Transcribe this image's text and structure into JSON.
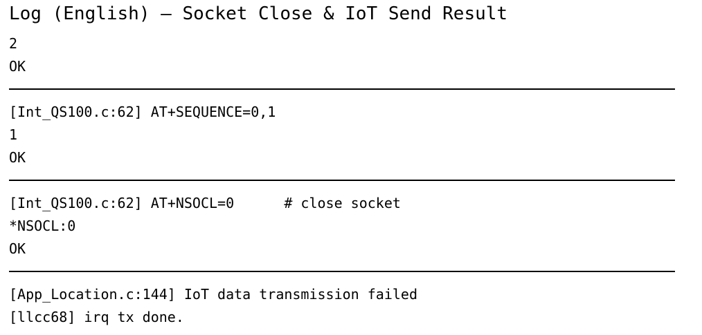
{
  "title": "Log (English) — Socket Close & IoT Send Result",
  "blocks": [
    {
      "lines": [
        "2",
        "OK"
      ]
    },
    {
      "lines": [
        "[Int_QS100.c:62] AT+SEQUENCE=0,1",
        "1",
        "OK"
      ]
    },
    {
      "lines": [
        "[Int_QS100.c:62] AT+NSOCL=0      # close socket",
        "*NSOCL:0",
        "OK"
      ]
    },
    {
      "lines": [
        "[App_Location.c:144] IoT data transmission failed",
        "[llcc68] irq tx done."
      ]
    }
  ]
}
